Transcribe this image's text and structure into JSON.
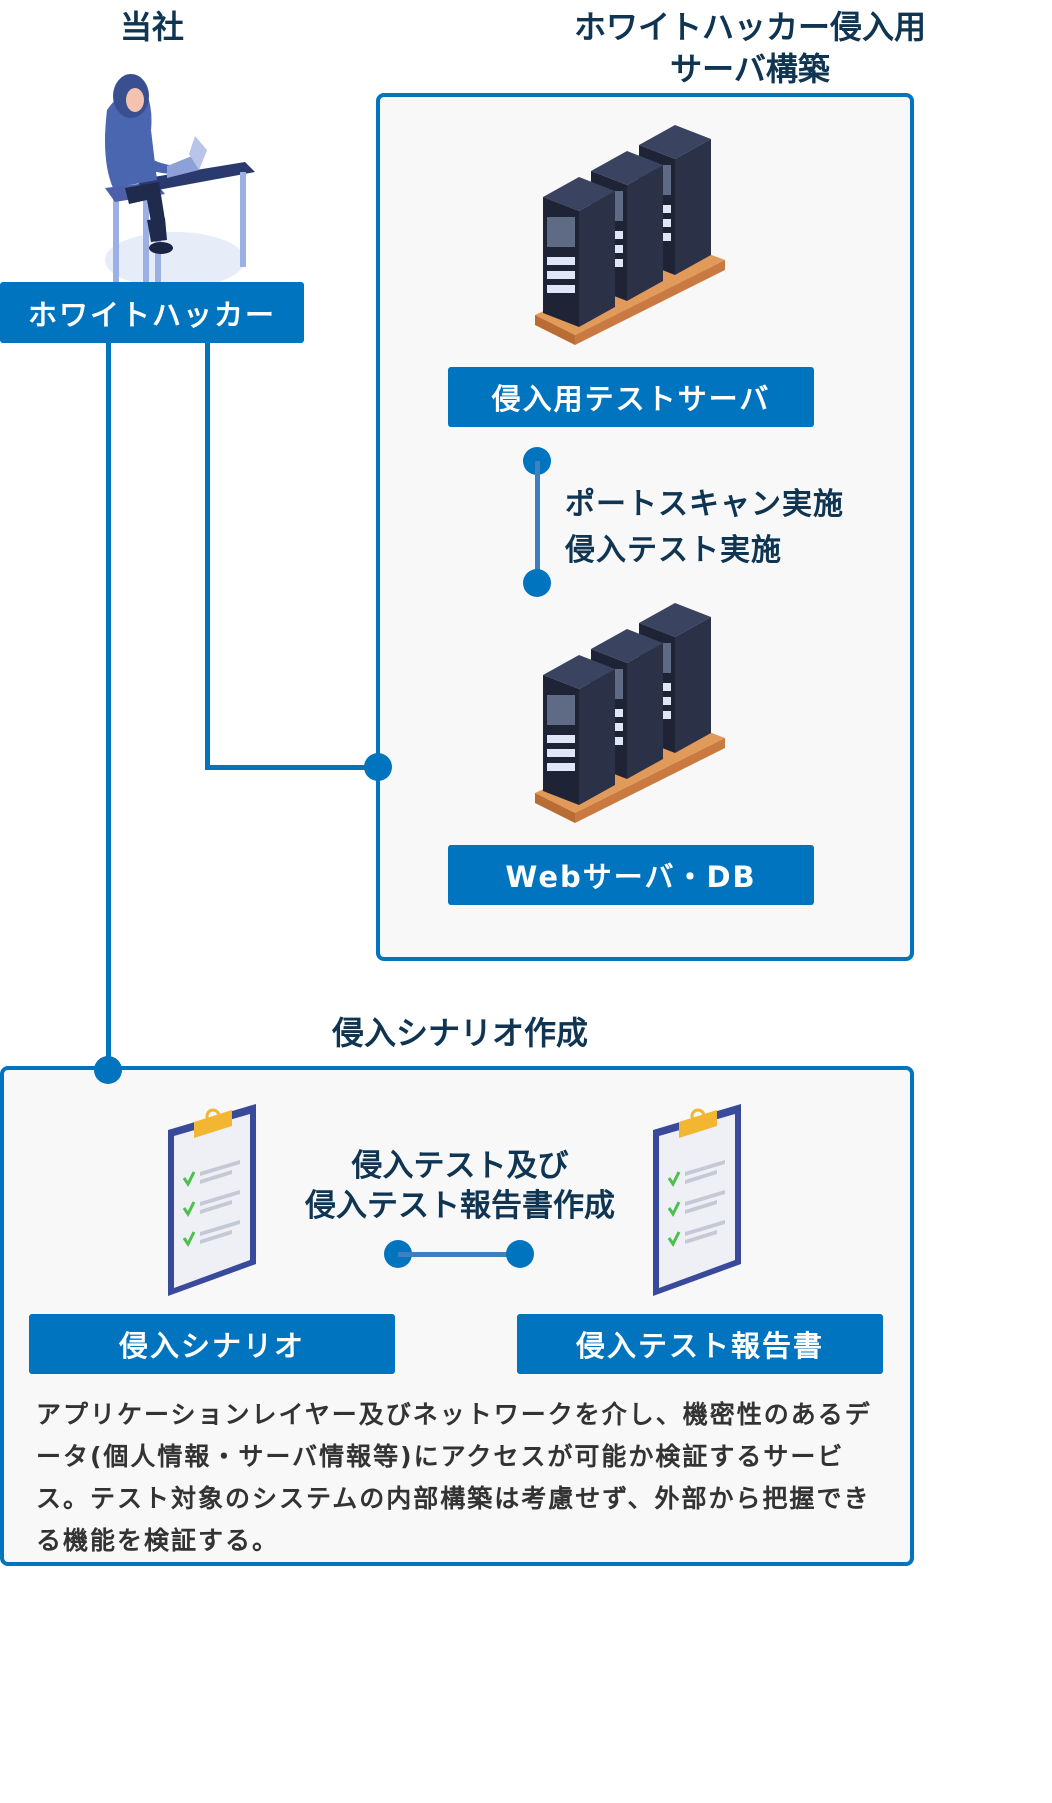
{
  "company": {
    "heading": "当社",
    "role_label": "ホワイトハッカー"
  },
  "server_section": {
    "heading": "ホワイトハッカー侵入用\nサーバ構築",
    "test_server_label": "侵入用テストサーバ",
    "action_text": "ポートスキャン実施\n侵入テスト実施",
    "web_server_label": "Webサーバ・DB"
  },
  "scenario_section": {
    "heading": "侵入シナリオ作成",
    "center_text": "侵入テスト及び\n侵入テスト報告書作成",
    "scenario_label": "侵入シナリオ",
    "report_label": "侵入テスト報告書",
    "description": "アプリケーションレイヤー及びネットワークを介し、機密性のあるデータ(個人情報・サーバ情報等)にアクセスが可能か検証するサービス。テスト対象のシステムの内部構築は考慮せず、外部から把握できる機能を検証する。"
  },
  "colors": {
    "accent": "#0174c0",
    "heading_text": "#0f3552",
    "panel_bg": "#f8f8f8"
  },
  "icons": [
    "hacker-icon",
    "server-rack-icon",
    "clipboard-checklist-icon"
  ]
}
